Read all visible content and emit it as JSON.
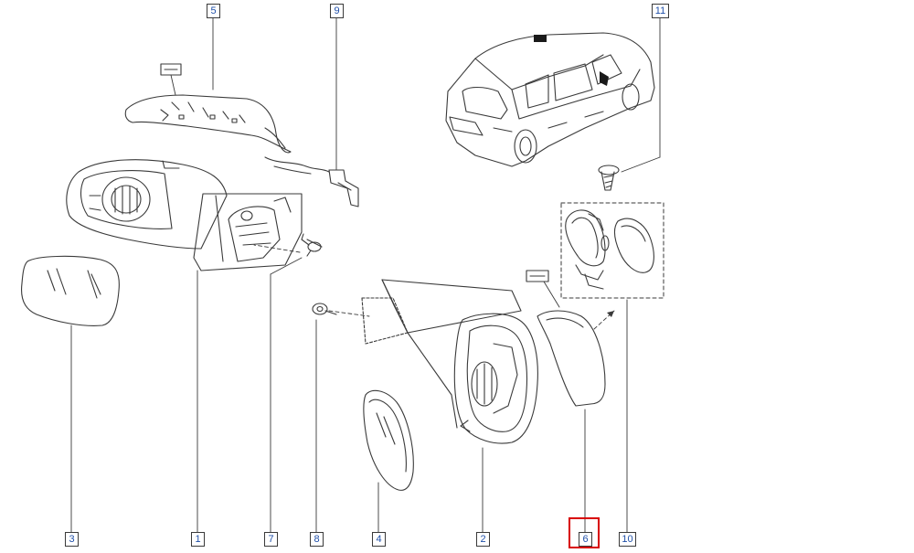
{
  "diagram": {
    "callouts": [
      {
        "id": "c5",
        "label": "5"
      },
      {
        "id": "c9",
        "label": "9"
      },
      {
        "id": "c11",
        "label": "11"
      },
      {
        "id": "c3",
        "label": "3"
      },
      {
        "id": "c1",
        "label": "1"
      },
      {
        "id": "c7",
        "label": "7"
      },
      {
        "id": "c8",
        "label": "8"
      },
      {
        "id": "c4",
        "label": "4"
      },
      {
        "id": "c2",
        "label": "2"
      },
      {
        "id": "c6",
        "label": "6"
      },
      {
        "id": "c10",
        "label": "10"
      }
    ],
    "selected_callout": "6",
    "colors": {
      "line": "#3a3a3a",
      "callout_text": "#1f4fa8",
      "highlight": "#d80000"
    }
  }
}
